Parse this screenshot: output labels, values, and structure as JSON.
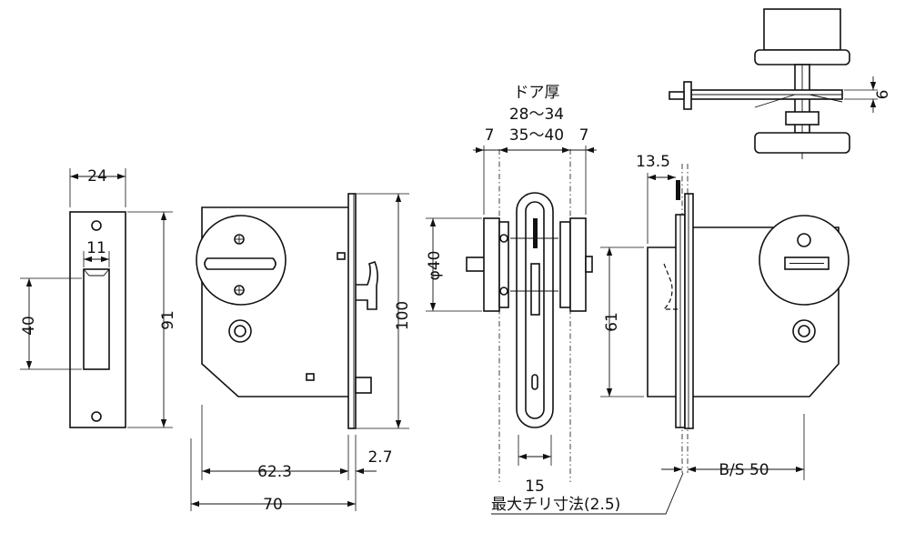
{
  "dims": {
    "strike_width": "24",
    "strike_slot_width": "11",
    "strike_slot_height": "40",
    "strike_height": "91",
    "case_height": "100",
    "backset_center": "62.3",
    "faceplate_thickness": "2.7",
    "case_depth": "70",
    "door_thickness_label": "ドア厚",
    "door_thickness_range_1": "28～34",
    "door_thickness_range_2": "35～40",
    "side_left": "7",
    "side_right": "7",
    "rose_diameter": "φ40",
    "spindle_spacing": "15",
    "edge_offset": "13.5",
    "faceplate_height": "61",
    "backset": "B/S 50",
    "top_offset": "6",
    "max_gap_note": "最大チリ寸法(2.5)"
  }
}
